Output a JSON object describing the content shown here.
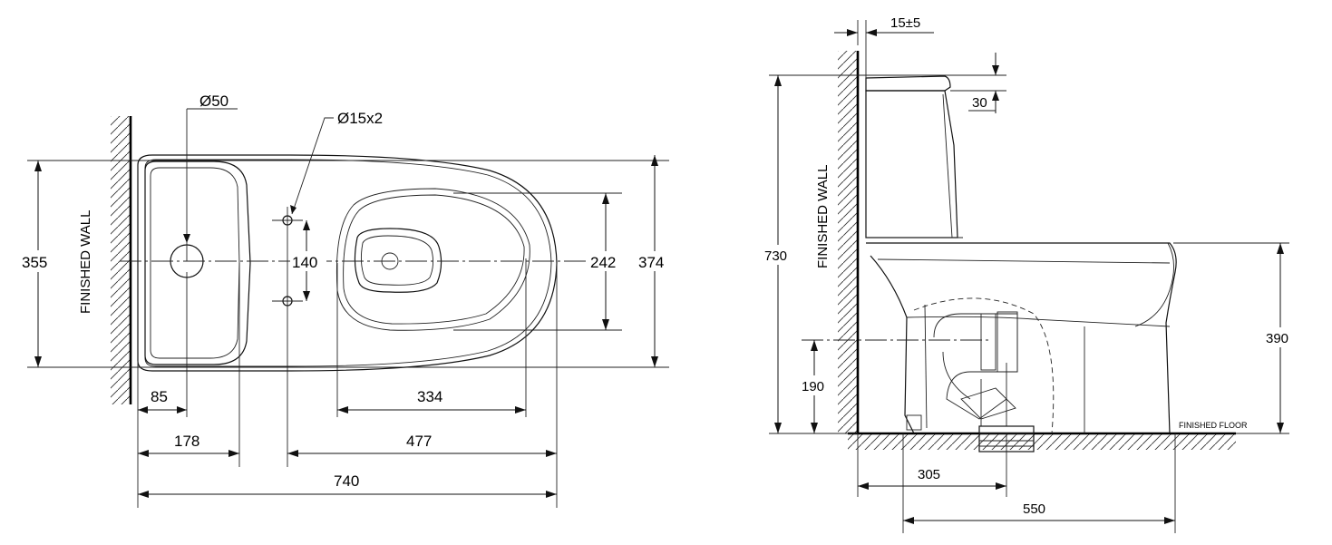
{
  "plan_view": {
    "wall_label": "FINISHED WALL",
    "outlet_diameter": "Ø50",
    "bolt_holes": "Ø15x2",
    "dim_overall_width": "355",
    "dim_hole_spacing": "140",
    "dim_bowl_width": "242",
    "dim_seat_width": "374",
    "dim_85": "85",
    "dim_334": "334",
    "dim_178": "178",
    "dim_477": "477",
    "dim_740": "740"
  },
  "side_view": {
    "wall_label": "FINISHED WALL",
    "floor_label": "FINISHED FLOOR",
    "dim_wall_gap": "15±5",
    "dim_lid": "30",
    "dim_height": "730",
    "dim_seat_height": "390",
    "dim_inlet_height": "190",
    "dim_rough_in": "305",
    "dim_depth": "550"
  }
}
